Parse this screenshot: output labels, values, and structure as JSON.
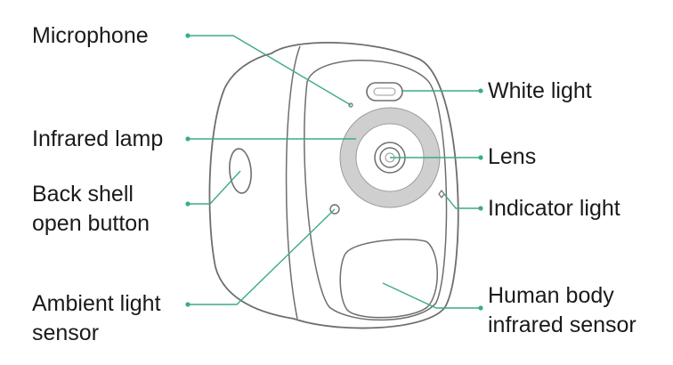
{
  "colors": {
    "leader": "#3daa8b",
    "outline": "#6e6e6e",
    "ring": "#cfcfcf",
    "text": "#1a1a1a"
  },
  "labels": {
    "microphone": "Microphone",
    "infrared_lamp": "Infrared lamp",
    "back_shell_line1": "Back shell",
    "back_shell_line2": "open button",
    "ambient_line1": "Ambient light",
    "ambient_line2": "sensor",
    "white_light": "White light",
    "lens": "Lens",
    "indicator_light": "Indicator light",
    "human_body_line1": "Human body",
    "human_body_line2": "infrared sensor"
  }
}
